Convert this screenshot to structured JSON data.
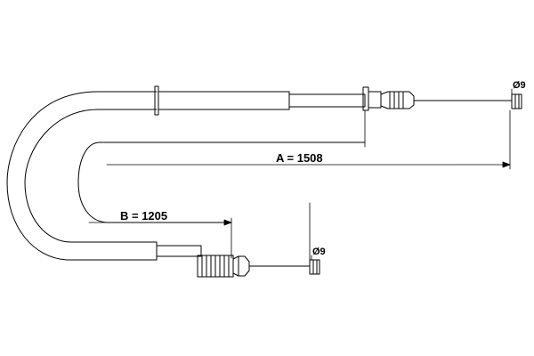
{
  "dimensions": {
    "a_label": "A = 1508",
    "b_label": "B = 1205"
  },
  "ends": {
    "top_diameter": "Ø9",
    "bottom_diameter": "Ø9"
  },
  "colors": {
    "line": "#000000",
    "background": "#ffffff"
  }
}
